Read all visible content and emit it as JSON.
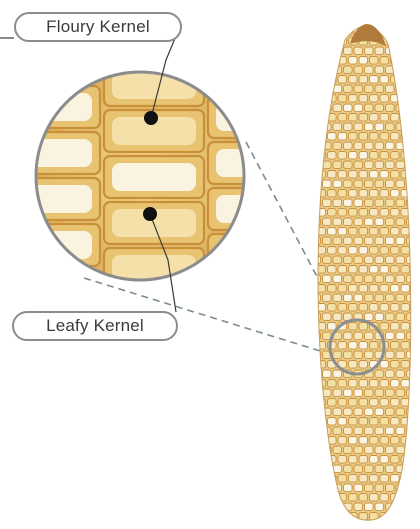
{
  "labels": {
    "floury": "Floury Kernel",
    "leafy": "Leafy Kernel"
  },
  "colors": {
    "kernel_light": "#f3e0a6",
    "kernel_mid": "#e7c372",
    "kernel_dark": "#c9903a",
    "kernel_floury": "#fbf5e6",
    "outline": "#8c8c8c",
    "dot": "#111111",
    "cob_tip": "#b07a3a"
  },
  "icons": {
    "marker_dot": "filled-dot",
    "magnifier": "circle-outline"
  }
}
